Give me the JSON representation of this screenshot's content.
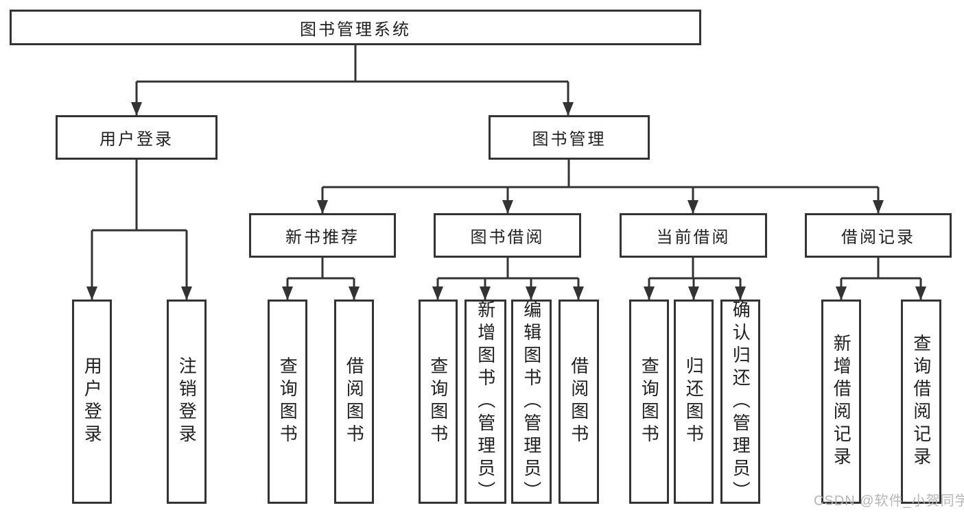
{
  "diagram_title": "图书管理系统",
  "tree": {
    "label": "图书管理系统",
    "children": [
      {
        "label": "用户登录",
        "children": [
          {
            "label": "用户登录"
          },
          {
            "label": "注销登录"
          }
        ]
      },
      {
        "label": "图书管理",
        "children": [
          {
            "label": "新书推荐",
            "children": [
              {
                "label": "查询图书"
              },
              {
                "label": "借阅图书"
              }
            ]
          },
          {
            "label": "图书借阅",
            "children": [
              {
                "label": "查询图书"
              },
              {
                "label": "新增图书（管理员）"
              },
              {
                "label": "编辑图书（管理员）"
              },
              {
                "label": "借阅图书"
              }
            ]
          },
          {
            "label": "当前借阅",
            "children": [
              {
                "label": "查询图书"
              },
              {
                "label": "归还图书"
              },
              {
                "label": "确认归还（管理员）"
              }
            ]
          },
          {
            "label": "借阅记录",
            "children": [
              {
                "label": "新增借阅记录"
              },
              {
                "label": "查询借阅记录"
              }
            ]
          }
        ]
      }
    ]
  },
  "watermark": "CSDN @软件_小贺同学",
  "colors": {
    "line": "#333333",
    "box_border": "#333333",
    "text": "#1f1f1f",
    "watermark": "#b2b2b2",
    "background": "#ffffff"
  }
}
